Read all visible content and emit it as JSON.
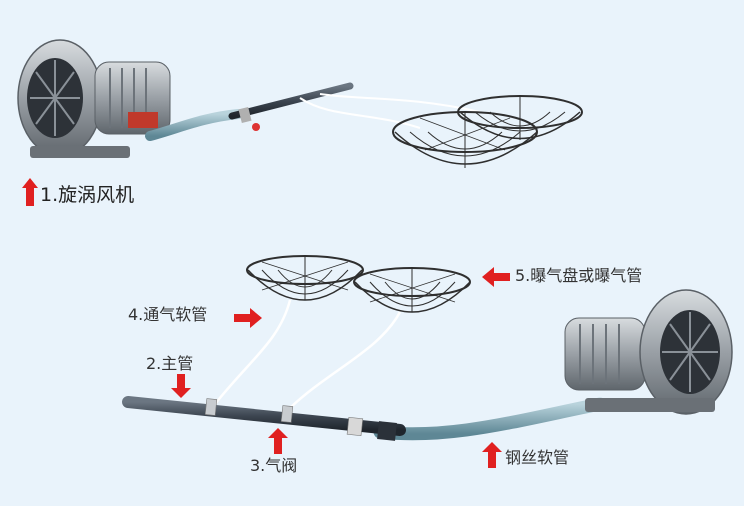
{
  "diagram": {
    "labels": {
      "blower": "1.旋涡风机",
      "aerator": "5.曝气盘或曝气管",
      "vent_hose": "4.通气软管",
      "main_pipe": "2.主管",
      "valve": "3.气阀",
      "steel_hose": "钢丝软管"
    },
    "colors": {
      "background": "#e9f3fb",
      "arrow": "#e02020",
      "metal": "#9aa0a6",
      "pipe": "#3c4550",
      "hose": "#7fa7b5",
      "tube": "#ffffff",
      "net": "#2f2f2f"
    }
  }
}
